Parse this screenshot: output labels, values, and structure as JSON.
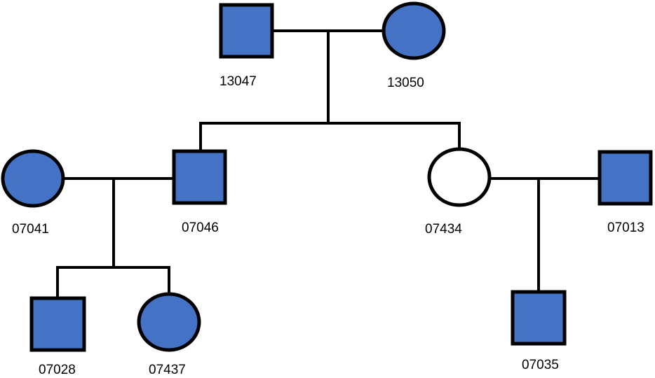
{
  "colors": {
    "affected_fill": "#4472c4",
    "unaffected_fill": "#ffffff",
    "outline": "#000000"
  },
  "individuals": [
    {
      "id": "13047",
      "sex": "male",
      "affected": true
    },
    {
      "id": "13050",
      "sex": "female",
      "affected": true
    },
    {
      "id": "07041",
      "sex": "female",
      "affected": true
    },
    {
      "id": "07046",
      "sex": "male",
      "affected": true
    },
    {
      "id": "07434",
      "sex": "female",
      "affected": false
    },
    {
      "id": "07013",
      "sex": "male",
      "affected": true
    },
    {
      "id": "07028",
      "sex": "male",
      "affected": true
    },
    {
      "id": "07437",
      "sex": "female",
      "affected": true
    },
    {
      "id": "07035",
      "sex": "male",
      "affected": true
    }
  ],
  "couples": [
    {
      "partners": [
        "13047",
        "13050"
      ],
      "children": [
        "07046",
        "07434"
      ]
    },
    {
      "partners": [
        "07041",
        "07046"
      ],
      "children": [
        "07028",
        "07437"
      ]
    },
    {
      "partners": [
        "07434",
        "07013"
      ],
      "children": [
        "07035"
      ]
    }
  ]
}
